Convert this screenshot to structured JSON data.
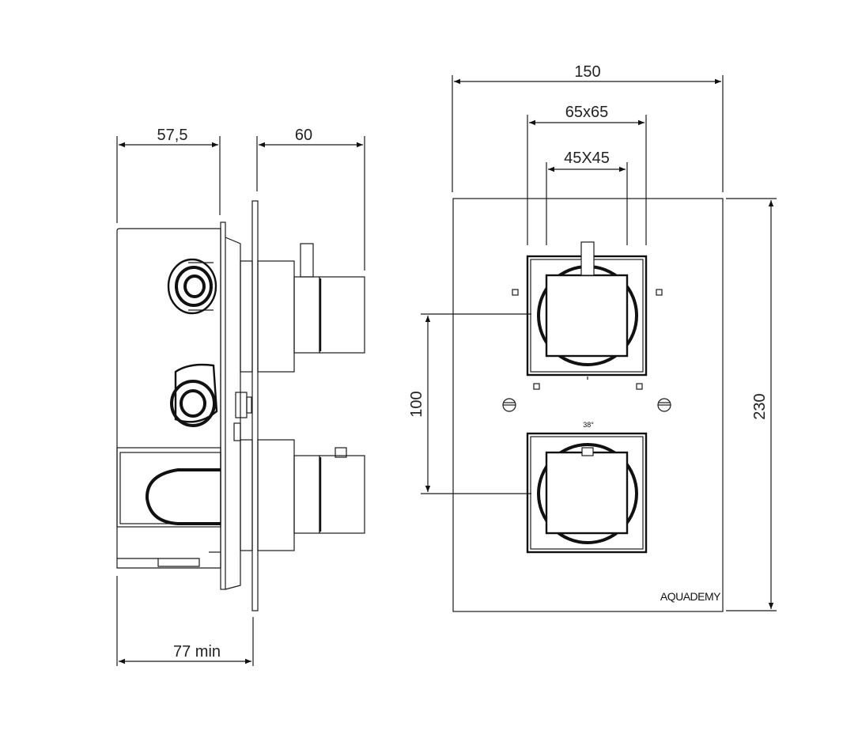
{
  "dimensions": {
    "side_depth": "57,5",
    "handle_projection": "60",
    "min_wall_depth": "77 min",
    "plate_width": "150",
    "outer_knob": "65x65",
    "inner_knob": "45X45",
    "knob_spacing": "100",
    "plate_height": "230"
  },
  "labels": {
    "temperature_mark": "38°",
    "brand": "AQUADEMY"
  }
}
